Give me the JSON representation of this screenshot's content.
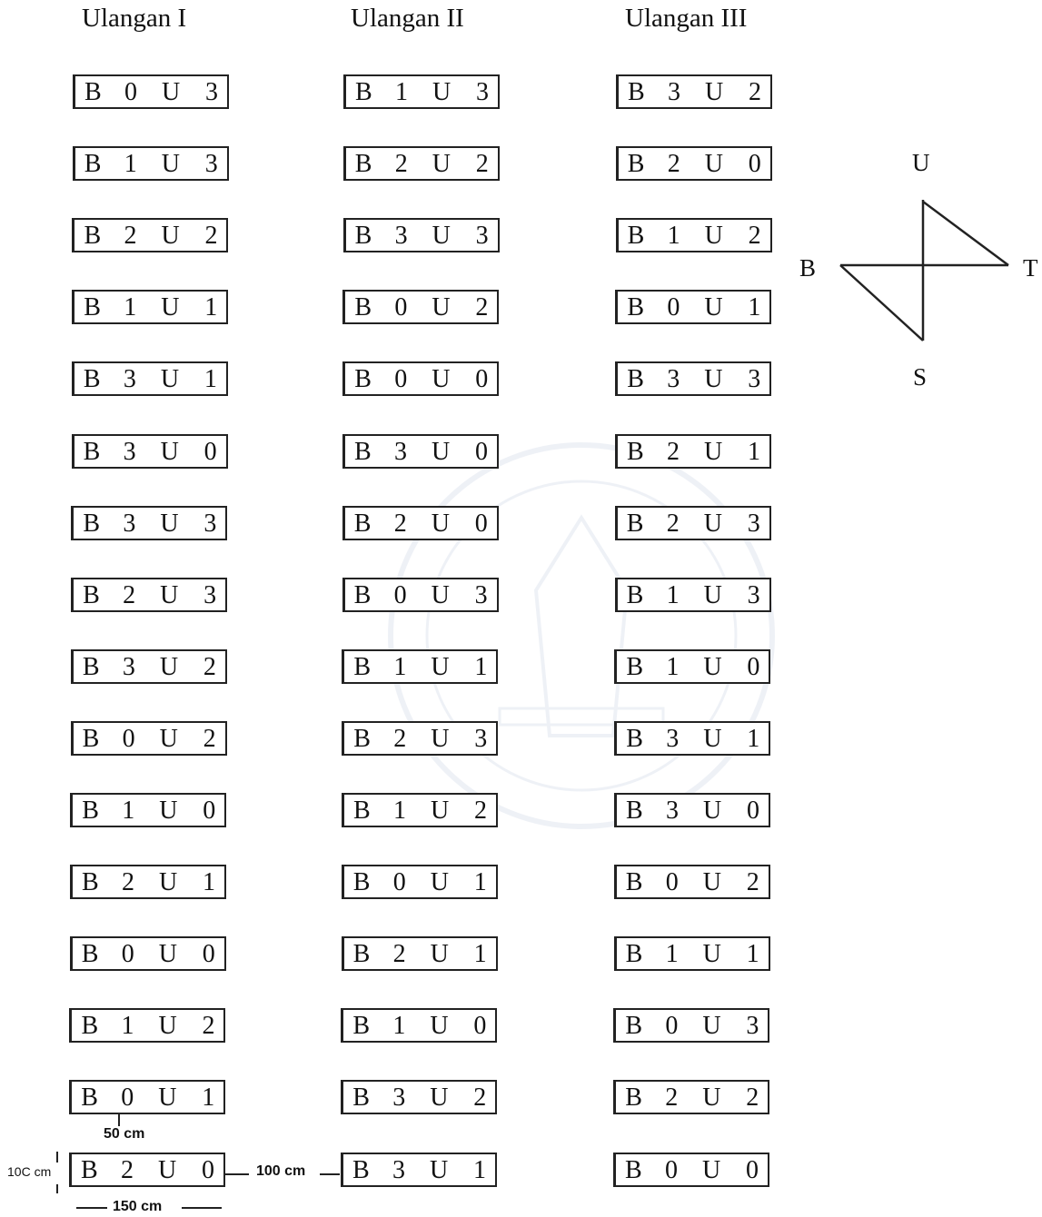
{
  "columns": [
    {
      "title": "Ulangan I",
      "plots": [
        {
          "b": "0",
          "u": "3"
        },
        {
          "b": "1",
          "u": "3"
        },
        {
          "b": "2",
          "u": "2"
        },
        {
          "b": "1",
          "u": "1"
        },
        {
          "b": "3",
          "u": "1"
        },
        {
          "b": "3",
          "u": "0"
        },
        {
          "b": "3",
          "u": "3"
        },
        {
          "b": "2",
          "u": "3"
        },
        {
          "b": "3",
          "u": "2"
        },
        {
          "b": "0",
          "u": "2"
        },
        {
          "b": "1",
          "u": "0"
        },
        {
          "b": "2",
          "u": "1"
        },
        {
          "b": "0",
          "u": "0"
        },
        {
          "b": "1",
          "u": "2"
        },
        {
          "b": "0",
          "u": "1"
        },
        {
          "b": "2",
          "u": "0"
        }
      ]
    },
    {
      "title": "Ulangan II",
      "plots": [
        {
          "b": "1",
          "u": "3"
        },
        {
          "b": "2",
          "u": "2"
        },
        {
          "b": "3",
          "u": "3"
        },
        {
          "b": "0",
          "u": "2"
        },
        {
          "b": "0",
          "u": "0"
        },
        {
          "b": "3",
          "u": "0"
        },
        {
          "b": "2",
          "u": "0"
        },
        {
          "b": "0",
          "u": "3"
        },
        {
          "b": "1",
          "u": "1"
        },
        {
          "b": "2",
          "u": "3"
        },
        {
          "b": "1",
          "u": "2"
        },
        {
          "b": "0",
          "u": "1"
        },
        {
          "b": "2",
          "u": "1"
        },
        {
          "b": "1",
          "u": "0"
        },
        {
          "b": "3",
          "u": "2"
        },
        {
          "b": "3",
          "u": "1"
        }
      ]
    },
    {
      "title": "Ulangan III",
      "plots": [
        {
          "b": "3",
          "u": "2"
        },
        {
          "b": "2",
          "u": "0"
        },
        {
          "b": "1",
          "u": "2"
        },
        {
          "b": "0",
          "u": "1"
        },
        {
          "b": "3",
          "u": "3"
        },
        {
          "b": "2",
          "u": "1"
        },
        {
          "b": "2",
          "u": "3"
        },
        {
          "b": "1",
          "u": "3"
        },
        {
          "b": "1",
          "u": "0"
        },
        {
          "b": "3",
          "u": "1"
        },
        {
          "b": "3",
          "u": "0"
        },
        {
          "b": "0",
          "u": "2"
        },
        {
          "b": "1",
          "u": "1"
        },
        {
          "b": "0",
          "u": "3"
        },
        {
          "b": "2",
          "u": "2"
        },
        {
          "b": "0",
          "u": "0"
        }
      ]
    }
  ],
  "plot_letters": {
    "b": "B",
    "u": "U"
  },
  "compass": {
    "north": "U",
    "south": "S",
    "east": "T",
    "west": "B"
  },
  "dimensions": {
    "spacing_vertical": "50 cm",
    "plot_height": "10C cm",
    "spacing_horizontal": "100 cm",
    "plot_width": "150 cm"
  }
}
